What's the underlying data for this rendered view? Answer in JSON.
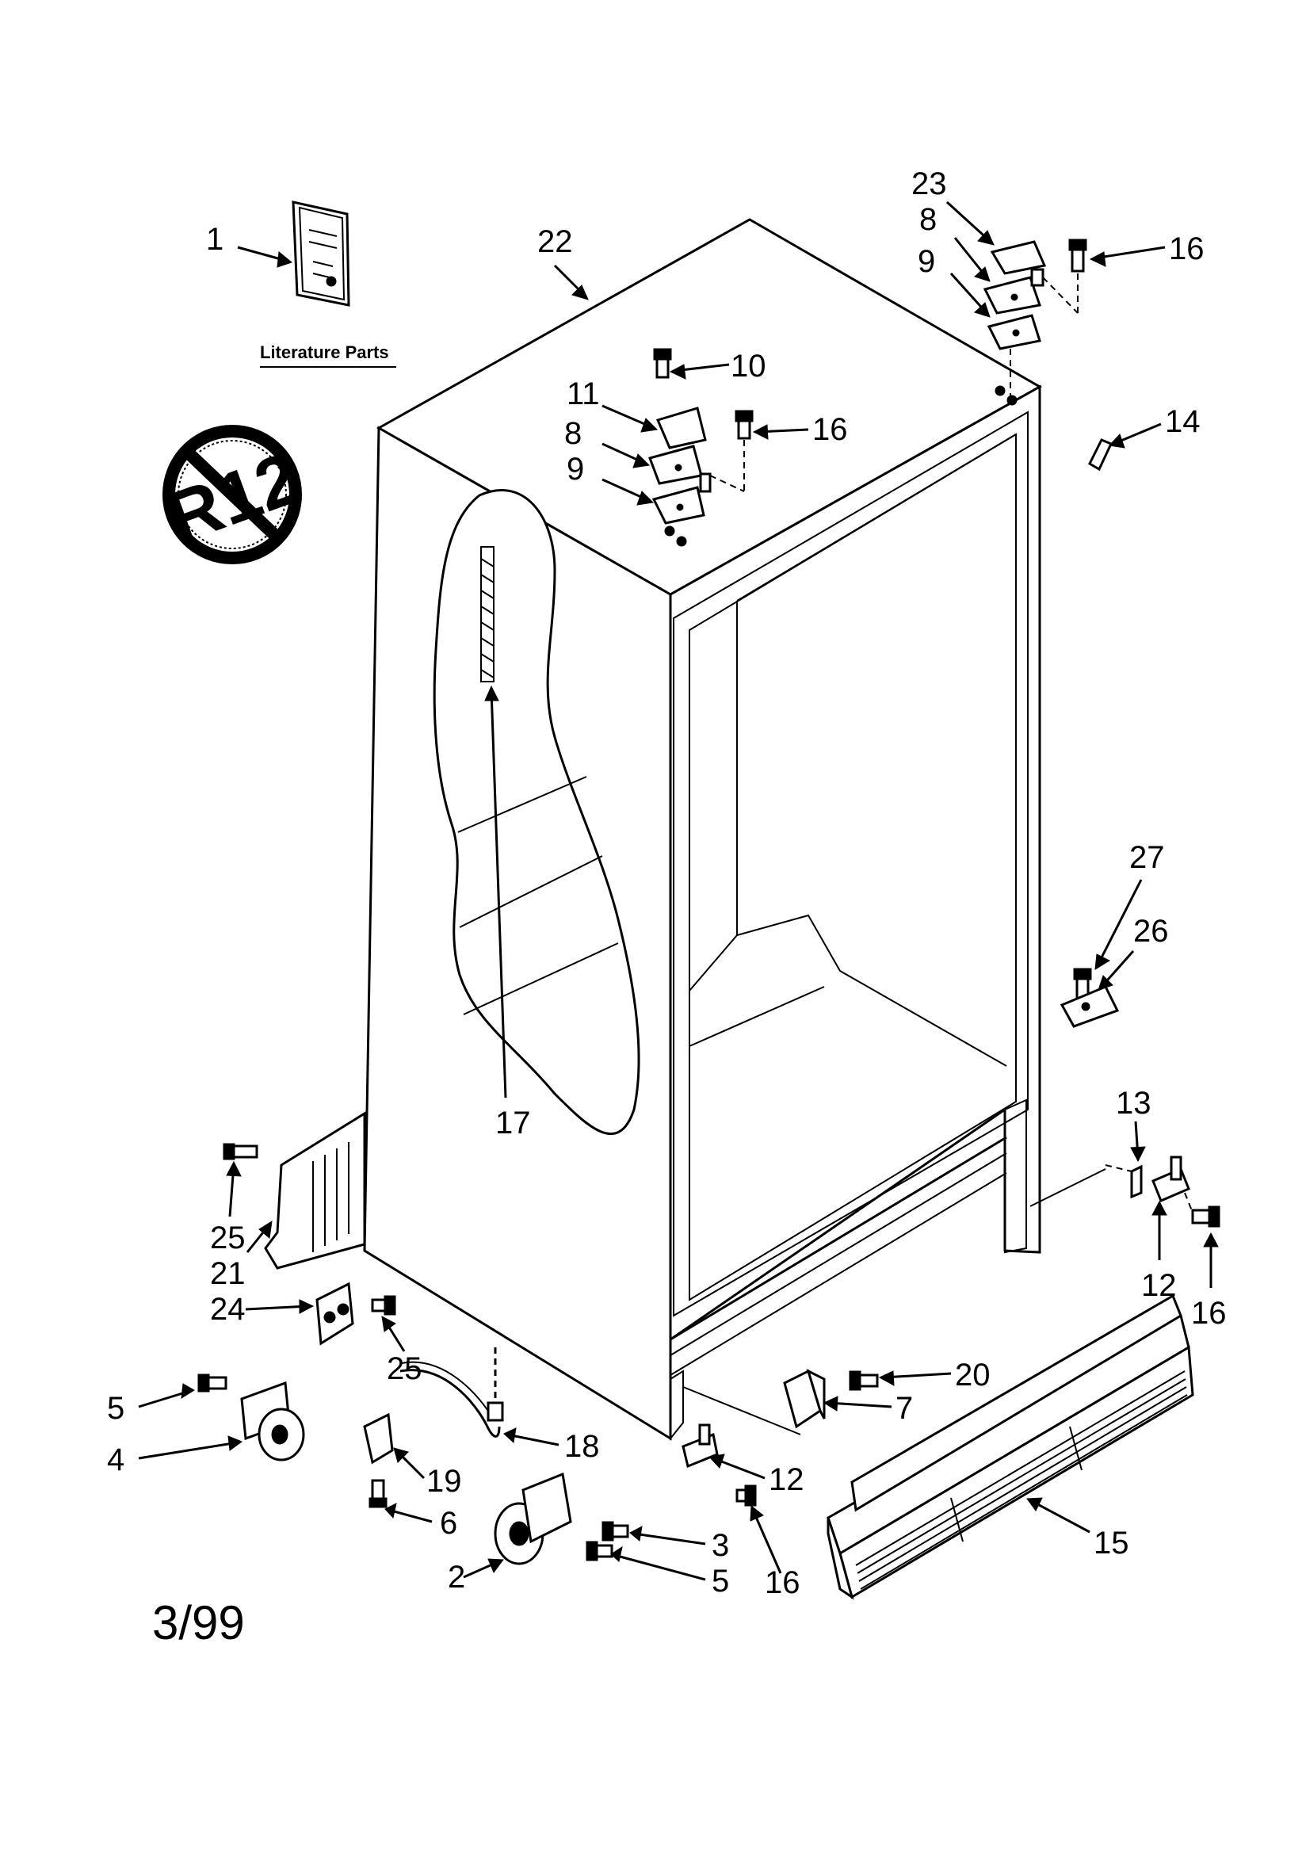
{
  "diagram": {
    "literature_caption": "Literature Parts",
    "r12_symbol_text": "R12",
    "date_code": "3/99",
    "callouts": {
      "c1": "1",
      "c22": "22",
      "c23": "23",
      "c8a": "8",
      "c9a": "9",
      "c16a": "16",
      "c10": "10",
      "c11": "11",
      "c8b": "8",
      "c9b": "9",
      "c16b": "16",
      "c14": "14",
      "c27": "27",
      "c26": "26",
      "c17": "17",
      "c13": "13",
      "c12a": "12",
      "c16c": "16",
      "c25a": "25",
      "c21": "21",
      "c24": "24",
      "c25b": "25",
      "c20": "20",
      "c7": "7",
      "c5a": "5",
      "c4": "4",
      "c18": "18",
      "c19": "19",
      "c12b": "12",
      "c6": "6",
      "c3": "3",
      "c5b": "5",
      "c2": "2",
      "c16d": "16",
      "c15": "15"
    }
  }
}
